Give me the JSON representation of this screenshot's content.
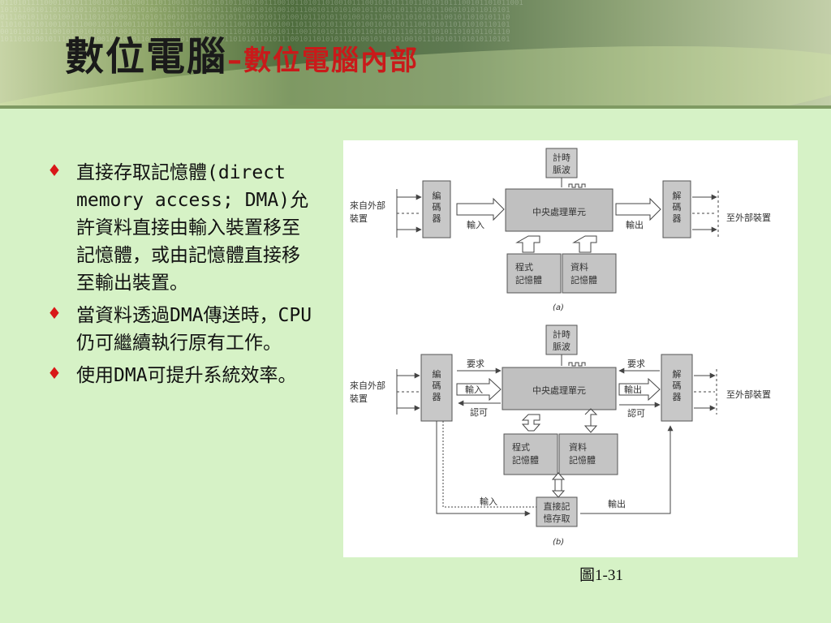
{
  "title": {
    "main": "數位電腦",
    "separator": "–",
    "sub": "數位電腦內部"
  },
  "bullets": [
    {
      "text": "直接存取記憶體(direct memory access; DMA)允許資料直接由輸入裝置移至記憶體，或由記憶體直接移至輸出裝置。"
    },
    {
      "text": "當資料透過DMA傳送時，CPU仍可繼續執行原有工作。"
    },
    {
      "text": "使用DMA可提升系統效率。"
    }
  ],
  "figure": {
    "caption": "圖1-31",
    "panel_a": {
      "clock": [
        "計時",
        "脈波"
      ],
      "external_in": [
        "來自外部",
        "裝置"
      ],
      "encoder": [
        "編",
        "碼",
        "器"
      ],
      "cpu": "中央處理單元",
      "input": "輸入",
      "output": "輸出",
      "decoder": [
        "解",
        "碼",
        "器"
      ],
      "external_out": "至外部裝置",
      "program_memory": [
        "程式",
        "記憶體"
      ],
      "data_memory": [
        "資料",
        "記憶體"
      ],
      "label": "(a)"
    },
    "panel_b": {
      "clock": [
        "計時",
        "脈波"
      ],
      "external_in": [
        "來自外部",
        "裝置"
      ],
      "encoder": [
        "編",
        "碼",
        "器"
      ],
      "cpu": "中央處理單元",
      "request_left": "要求",
      "input": "輸入",
      "ack_left": "認可",
      "request_right": "要求",
      "output": "輸出",
      "ack_right": "認可",
      "decoder": [
        "解",
        "碼",
        "器"
      ],
      "external_out": "至外部裝置",
      "program_memory": [
        "程式",
        "記憶體"
      ],
      "data_memory": [
        "資料",
        "記憶體"
      ],
      "dma_input": "輸入",
      "dma_output": "輸出",
      "dma": [
        "直接記",
        "憶存取"
      ],
      "label": "(b)"
    }
  },
  "colors": {
    "background": "#d6f2c6",
    "title_main": "#1a1a1a",
    "title_sub": "#c91a1a",
    "bullet": "#d81818"
  },
  "icons": {
    "bullet": "diamond-bullet-icon"
  }
}
